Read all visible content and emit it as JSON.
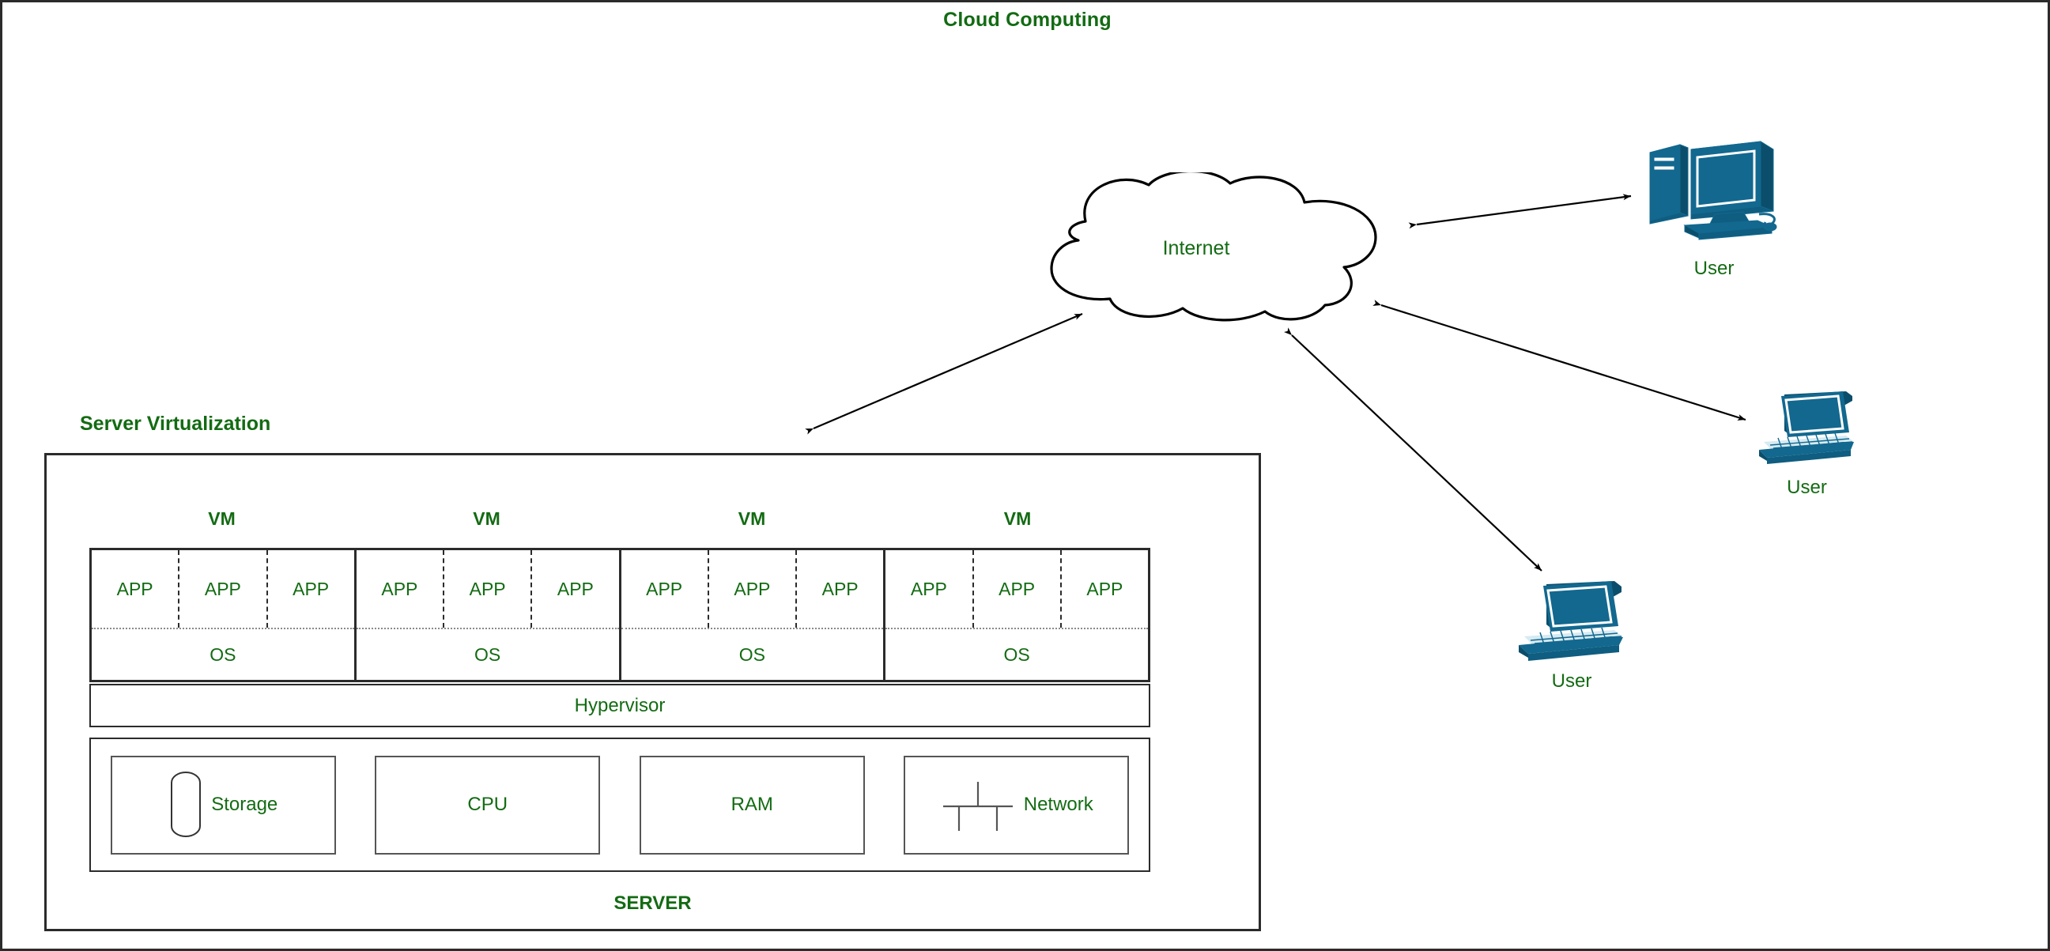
{
  "diagram": {
    "title": "Cloud Computing",
    "accent_green": "#136b13",
    "device_blue": "#12688f",
    "line_color": "#2b2b2b"
  },
  "cloud": {
    "label": "Internet"
  },
  "users": [
    {
      "caption": "User",
      "device": "desktop-computer"
    },
    {
      "caption": "User",
      "device": "laptop"
    },
    {
      "caption": "User",
      "device": "laptop"
    }
  ],
  "server_virtualization": {
    "title": "Server Virtualization",
    "server_label": "SERVER",
    "hypervisor_label": "Hypervisor",
    "vms": [
      {
        "label": "VM",
        "apps": [
          "APP",
          "APP",
          "APP"
        ],
        "os": "OS"
      },
      {
        "label": "VM",
        "apps": [
          "APP",
          "APP",
          "APP"
        ],
        "os": "OS"
      },
      {
        "label": "VM",
        "apps": [
          "APP",
          "APP",
          "APP"
        ],
        "os": "OS"
      },
      {
        "label": "VM",
        "apps": [
          "APP",
          "APP",
          "APP"
        ],
        "os": "OS"
      }
    ],
    "resources": [
      {
        "label": "Storage",
        "icon": "cylinder-icon"
      },
      {
        "label": "CPU",
        "icon": "none"
      },
      {
        "label": "RAM",
        "icon": "none"
      },
      {
        "label": "Network",
        "icon": "network-bus-icon"
      }
    ]
  }
}
